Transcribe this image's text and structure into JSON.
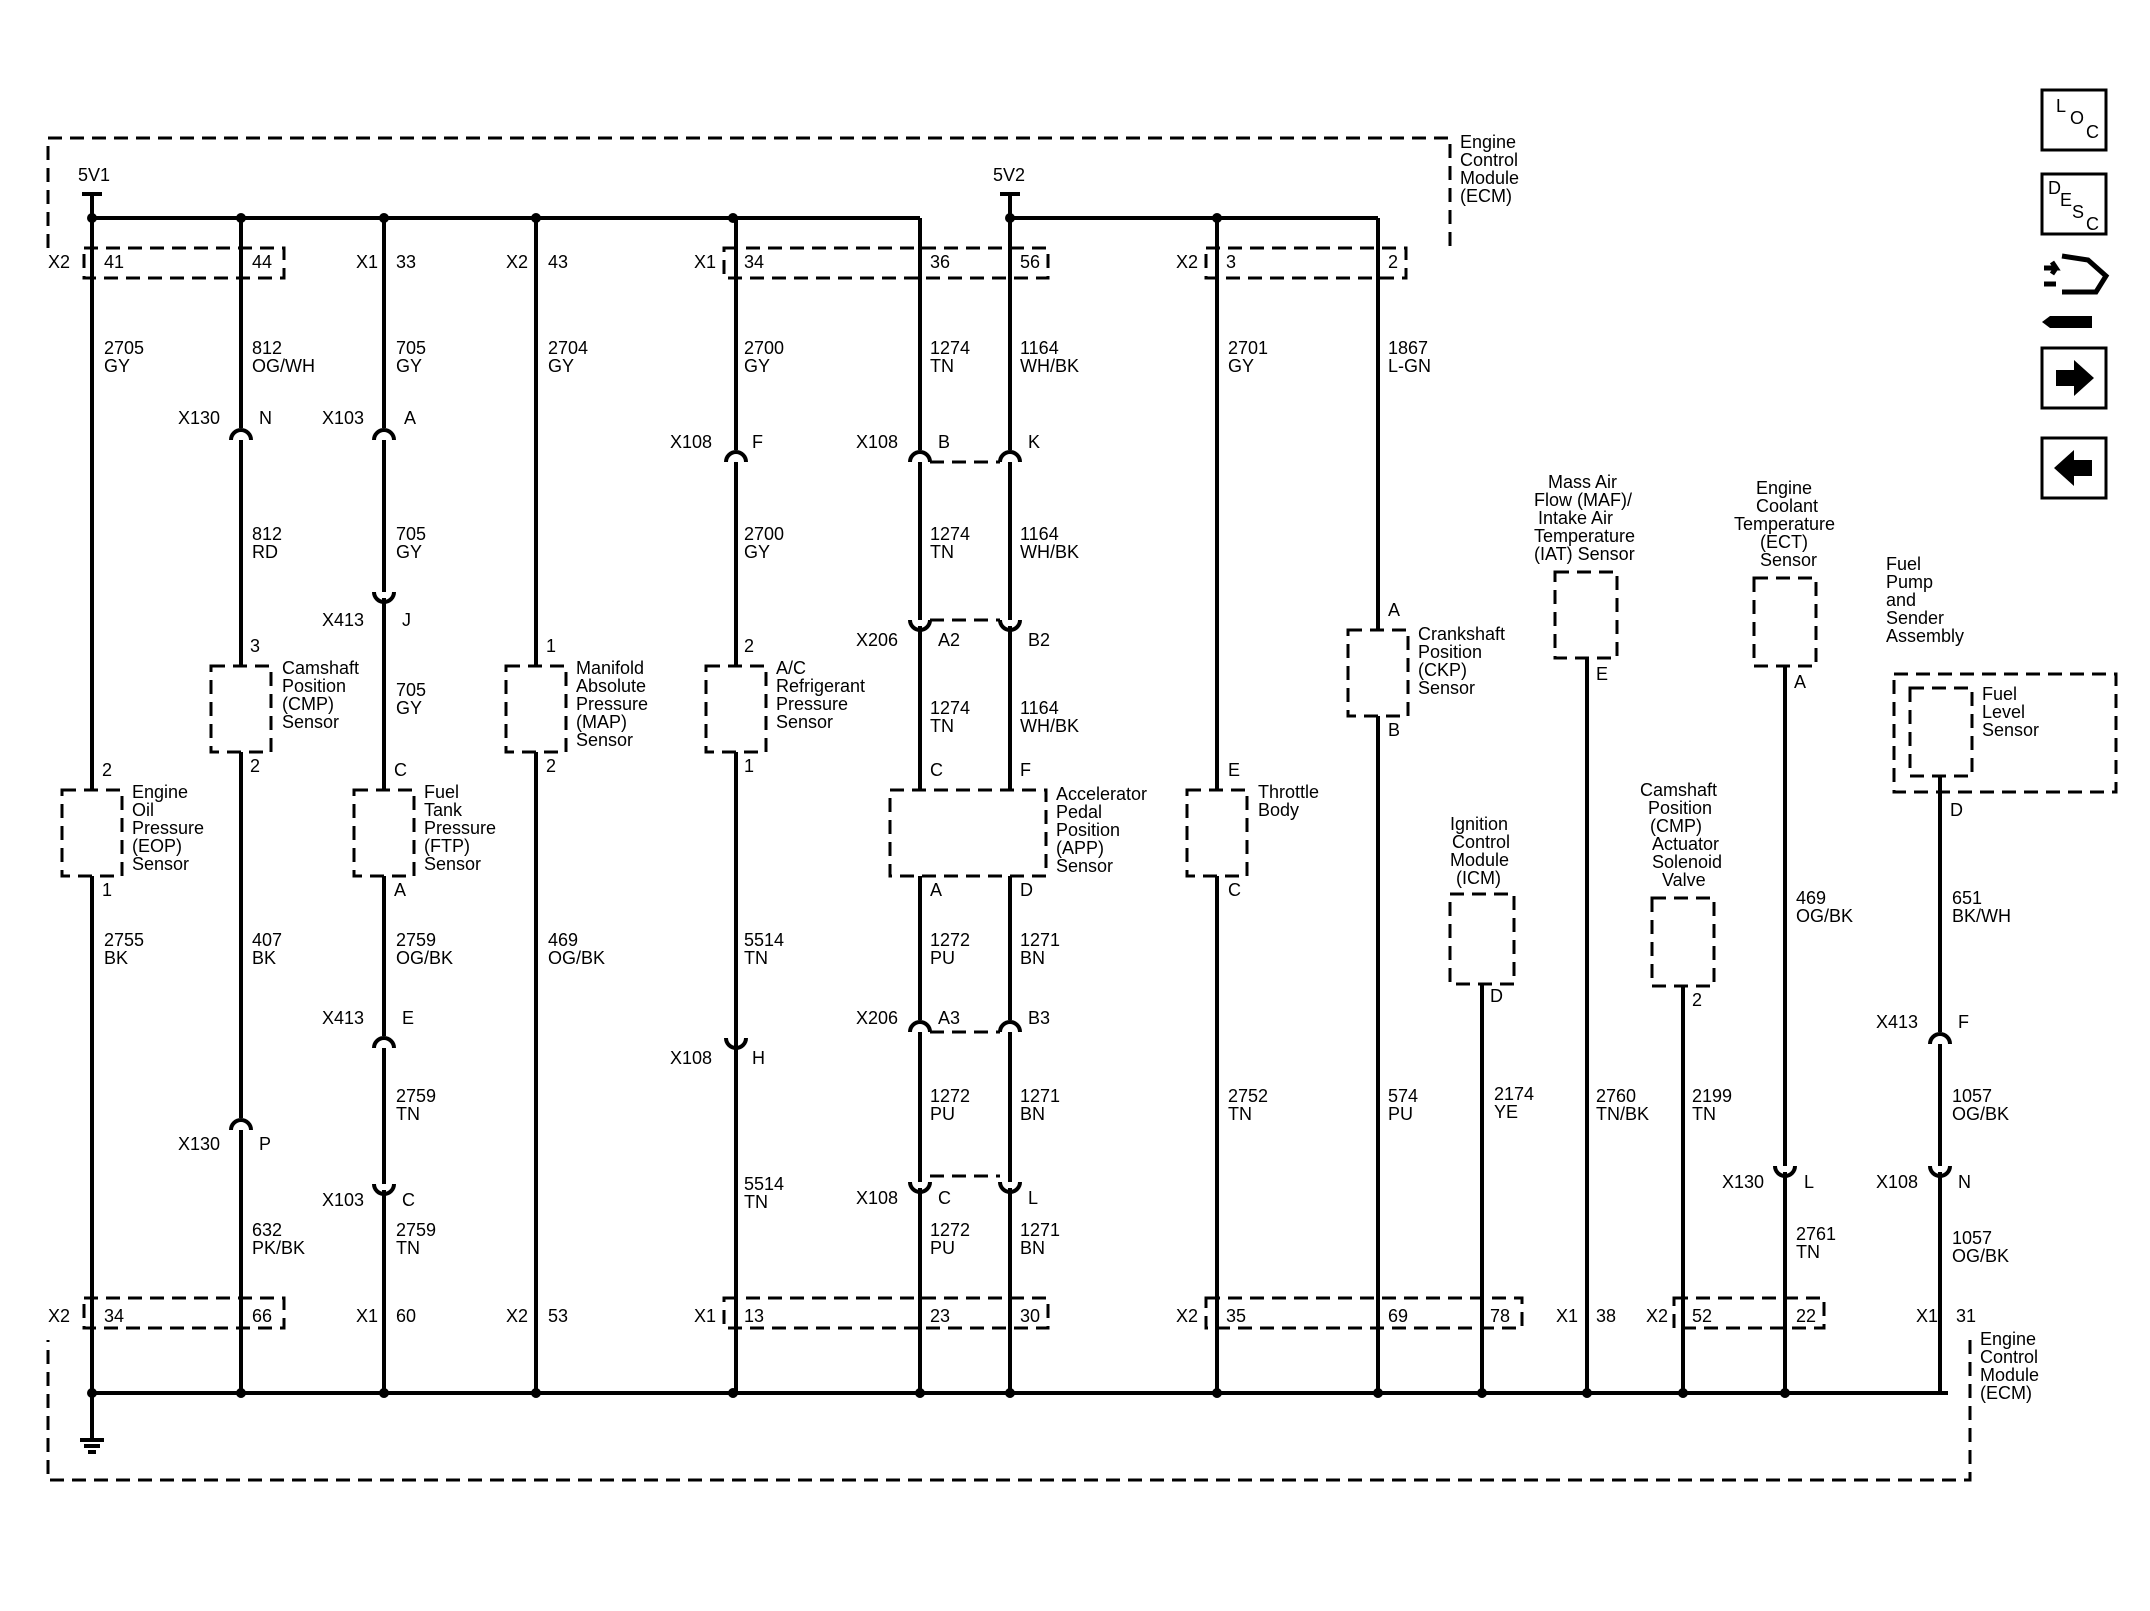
{
  "ecm_label": [
    "Engine",
    "Control",
    "Module",
    "(ECM)"
  ],
  "supply": {
    "v1": "5V1",
    "v2": "5V2"
  },
  "top_connector": [
    {
      "con": "X2",
      "pin": "41"
    },
    {
      "pin": "44"
    },
    {
      "con": "X1",
      "pin": "33"
    },
    {
      "con": "X2",
      "pin": "43"
    },
    {
      "con": "X1",
      "pin": "34"
    },
    {
      "pin": "36"
    },
    {
      "pin": "56"
    },
    {
      "con": "X2",
      "pin": "3"
    },
    {
      "pin": "2"
    }
  ],
  "bottom_connector": [
    {
      "con": "X2",
      "pin": "34"
    },
    {
      "pin": "66"
    },
    {
      "con": "X1",
      "pin": "60"
    },
    {
      "con": "X2",
      "pin": "53"
    },
    {
      "con": "X1",
      "pin": "13"
    },
    {
      "pin": "23"
    },
    {
      "pin": "30"
    },
    {
      "con": "X2",
      "pin": "35"
    },
    {
      "pin": "69"
    },
    {
      "pin": "78"
    },
    {
      "con": "X1",
      "pin": "38"
    },
    {
      "con": "X2",
      "pin": "52"
    },
    {
      "pin": "22"
    },
    {
      "con": "X1",
      "pin": "31"
    }
  ],
  "wire_labels": [
    [
      "2705",
      "GY"
    ],
    [
      "812",
      "OG/WH"
    ],
    [
      "705",
      "GY"
    ],
    [
      "2704",
      "GY"
    ],
    [
      "2700",
      "GY"
    ],
    [
      "1274",
      "TN"
    ],
    [
      "1164",
      "WH/BK"
    ],
    [
      "2701",
      "GY"
    ],
    [
      "1867",
      "L-GN"
    ],
    [
      "812",
      "RD"
    ],
    [
      "705",
      "GY"
    ],
    [
      "2700",
      "GY"
    ],
    [
      "1274",
      "TN"
    ],
    [
      "1164",
      "WH/BK"
    ],
    [
      "705",
      "GY"
    ],
    [
      "1274",
      "TN"
    ],
    [
      "1164",
      "WH/BK"
    ],
    [
      "2755",
      "BK"
    ],
    [
      "407",
      "BK"
    ],
    [
      "2759",
      "OG/BK"
    ],
    [
      "469",
      "OG/BK"
    ],
    [
      "5514",
      "TN"
    ],
    [
      "1272",
      "PU"
    ],
    [
      "1271",
      "BN"
    ],
    [
      "2759",
      "TN"
    ],
    [
      "1272",
      "PU"
    ],
    [
      "1271",
      "BN"
    ],
    [
      "2752",
      "TN"
    ],
    [
      "574",
      "PU"
    ],
    [
      "2174",
      "YE"
    ],
    [
      "2760",
      "TN/BK"
    ],
    [
      "2199",
      "TN"
    ],
    [
      "469",
      "OG/BK"
    ],
    [
      "651",
      "BK/WH"
    ],
    [
      "1057",
      "OG/BK"
    ],
    [
      "632",
      "PK/BK"
    ],
    [
      "2759",
      "TN"
    ],
    [
      "5514",
      "TN"
    ],
    [
      "1272",
      "PU"
    ],
    [
      "1271",
      "BN"
    ],
    [
      "2761",
      "TN"
    ],
    [
      "1057",
      "OG/BK"
    ]
  ],
  "inline_connectors": [
    {
      "id": "X130",
      "pin": "N"
    },
    {
      "id": "X103",
      "pin": "A"
    },
    {
      "id": "X108",
      "pin": "F"
    },
    {
      "id": "X108",
      "pin": "B"
    },
    {
      "pin": "K"
    },
    {
      "id": "X413",
      "pin": "J"
    },
    {
      "id": "X206",
      "pin": "A2"
    },
    {
      "pin": "B2"
    },
    {
      "id": "X413",
      "pin": "E"
    },
    {
      "id": "X206",
      "pin": "A3"
    },
    {
      "pin": "B3"
    },
    {
      "id": "X108",
      "pin": "H"
    },
    {
      "id": "X413",
      "pin": "F"
    },
    {
      "id": "X130",
      "pin": "P"
    },
    {
      "id": "X103",
      "pin": "C"
    },
    {
      "id": "X108",
      "pin": "C"
    },
    {
      "pin": "L"
    },
    {
      "id": "X130",
      "pin": "L"
    },
    {
      "id": "X108",
      "pin": "N"
    }
  ],
  "components": [
    {
      "name": [
        "Engine",
        "Oil",
        "Pressure",
        "(EOP)",
        "Sensor"
      ],
      "pins": [
        "2",
        "1"
      ]
    },
    {
      "name": [
        "Camshaft",
        "Position",
        "(CMP)",
        "Sensor"
      ],
      "pins": [
        "3",
        "2"
      ]
    },
    {
      "name": [
        "Fuel",
        "Tank",
        "Pressure",
        "(FTP)",
        "Sensor"
      ],
      "pins": [
        "C",
        "A"
      ]
    },
    {
      "name": [
        "Manifold",
        "Absolute",
        "Pressure",
        "(MAP)",
        "Sensor"
      ],
      "pins": [
        "1",
        "2"
      ]
    },
    {
      "name": [
        "A/C",
        "Refrigerant",
        "Pressure",
        "Sensor"
      ],
      "pins": [
        "2",
        "1"
      ]
    },
    {
      "name": [
        "Accelerator",
        "Pedal",
        "Position",
        "(APP)",
        "Sensor"
      ],
      "pins": [
        "C",
        "F",
        "A",
        "D"
      ]
    },
    {
      "name": [
        "Throttle",
        "Body"
      ],
      "pins": [
        "E",
        "C"
      ]
    },
    {
      "name": [
        "Crankshaft",
        "Position",
        "(CKP)",
        "Sensor"
      ],
      "pins": [
        "A",
        "B"
      ]
    },
    {
      "name": [
        "Mass Air",
        "Flow (MAF)/",
        "Intake Air",
        "Temperature",
        "(IAT) Sensor"
      ],
      "pins": [
        "E"
      ]
    },
    {
      "name": [
        "Ignition",
        "Control",
        "Module",
        "(ICM)"
      ],
      "pins": [
        "D"
      ]
    },
    {
      "name": [
        "Camshaft",
        "Position",
        "(CMP)",
        "Actuator",
        "Solenoid",
        "Valve"
      ],
      "pins": [
        "2"
      ]
    },
    {
      "name": [
        "Engine",
        "Coolant",
        "Temperature",
        "(ECT)",
        "Sensor"
      ],
      "pins": [
        "A"
      ]
    },
    {
      "name": [
        "Fuel",
        "Pump",
        "and",
        "Sender",
        "Assembly"
      ],
      "pins": []
    },
    {
      "name": [
        "Fuel",
        "Level",
        "Sensor"
      ],
      "pins": [
        "D"
      ]
    }
  ],
  "nav": {
    "loc": [
      "L",
      "O",
      "C"
    ],
    "desc": [
      "D",
      "E",
      "S",
      "C"
    ],
    "connector_icon": "connector-icon",
    "next_icon": "arrow-right-icon",
    "prev_icon": "arrow-left-icon"
  }
}
